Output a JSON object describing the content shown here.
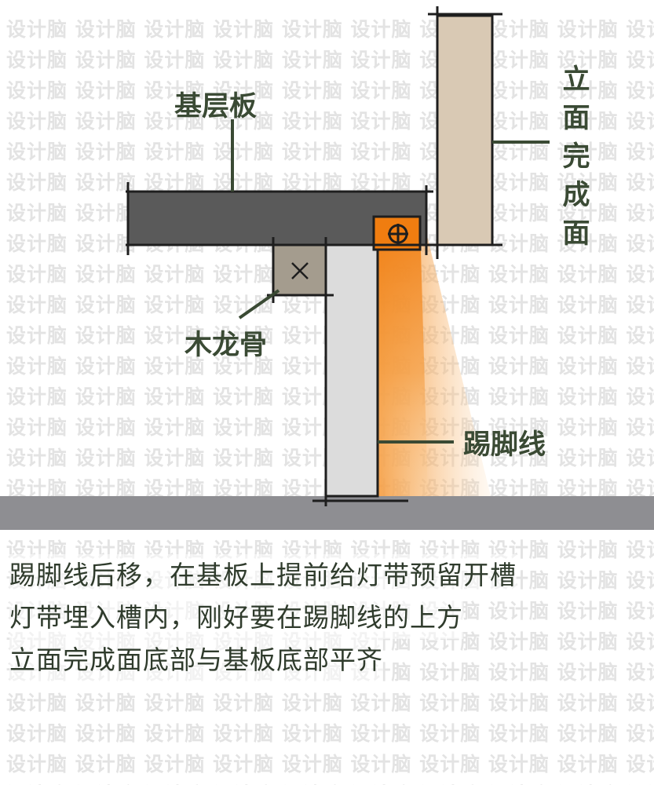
{
  "watermark": {
    "text": "设计脑"
  },
  "labels": {
    "base_board": "基层板",
    "facade_finish": "立面完成面",
    "wood_keel": "木龙骨",
    "skirting": "踢脚线"
  },
  "caption": {
    "lines": [
      "踢脚线后移，在基板上提前给灯带预留开槽",
      "灯带埋入槽内，刚好要在踢脚线的上方",
      "立面完成面底部与基板底部平齐"
    ]
  },
  "colors": {
    "base_board": "#5a5a5a",
    "facade_panel": "#d9c9b4",
    "wall_panel": "#dcdcdc",
    "wood_keel": "#a49c8e",
    "light_glow": "#f2891a",
    "floor": "#8e8e92",
    "label_text": "#3a4a34",
    "line": "#1e1e1e"
  }
}
